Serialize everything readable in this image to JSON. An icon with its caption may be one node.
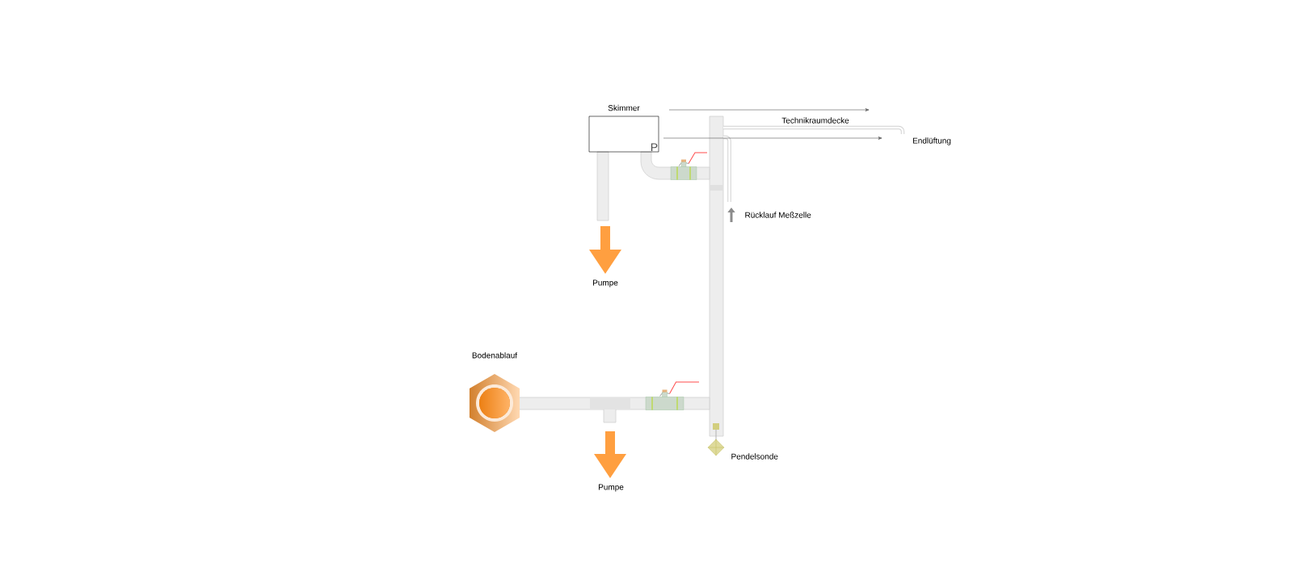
{
  "diagram": {
    "nodes": [
      {
        "text": [
          "Skimmer",
          "P"
        ]
      },
      {
        "text": [
          "Bodenablauf"
        ]
      },
      {
        "text": [],
        "shape": "diamond",
        "beside": [
          "Pendelsonde"
        ]
      }
    ],
    "labels": [
      "Technikraumdecke",
      "Endlüftung",
      "Rücklauf Meßzelle",
      "Pumpe",
      "Pumpe"
    ]
  }
}
